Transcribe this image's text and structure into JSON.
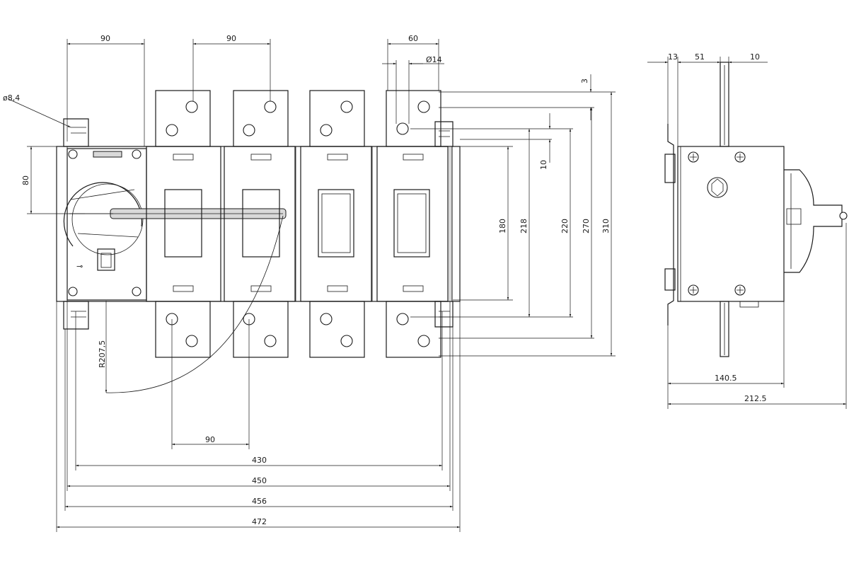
{
  "front_view": {
    "dims_top": [
      "90",
      "90",
      "60",
      "Ø14"
    ],
    "dim_hole_left": "ø8,4",
    "dim_left_80": "80",
    "dims_right_vertical": [
      "3",
      "10",
      "180",
      "218",
      "220",
      "270",
      "310"
    ],
    "dim_radius": "R207,5",
    "dim_bottom_pitch": "90",
    "dims_bottom": [
      "430",
      "450",
      "456",
      "472"
    ]
  },
  "side_view": {
    "dims_top": [
      "13",
      "51",
      "10"
    ],
    "dims_bottom": [
      "140.5",
      "212.5"
    ]
  }
}
